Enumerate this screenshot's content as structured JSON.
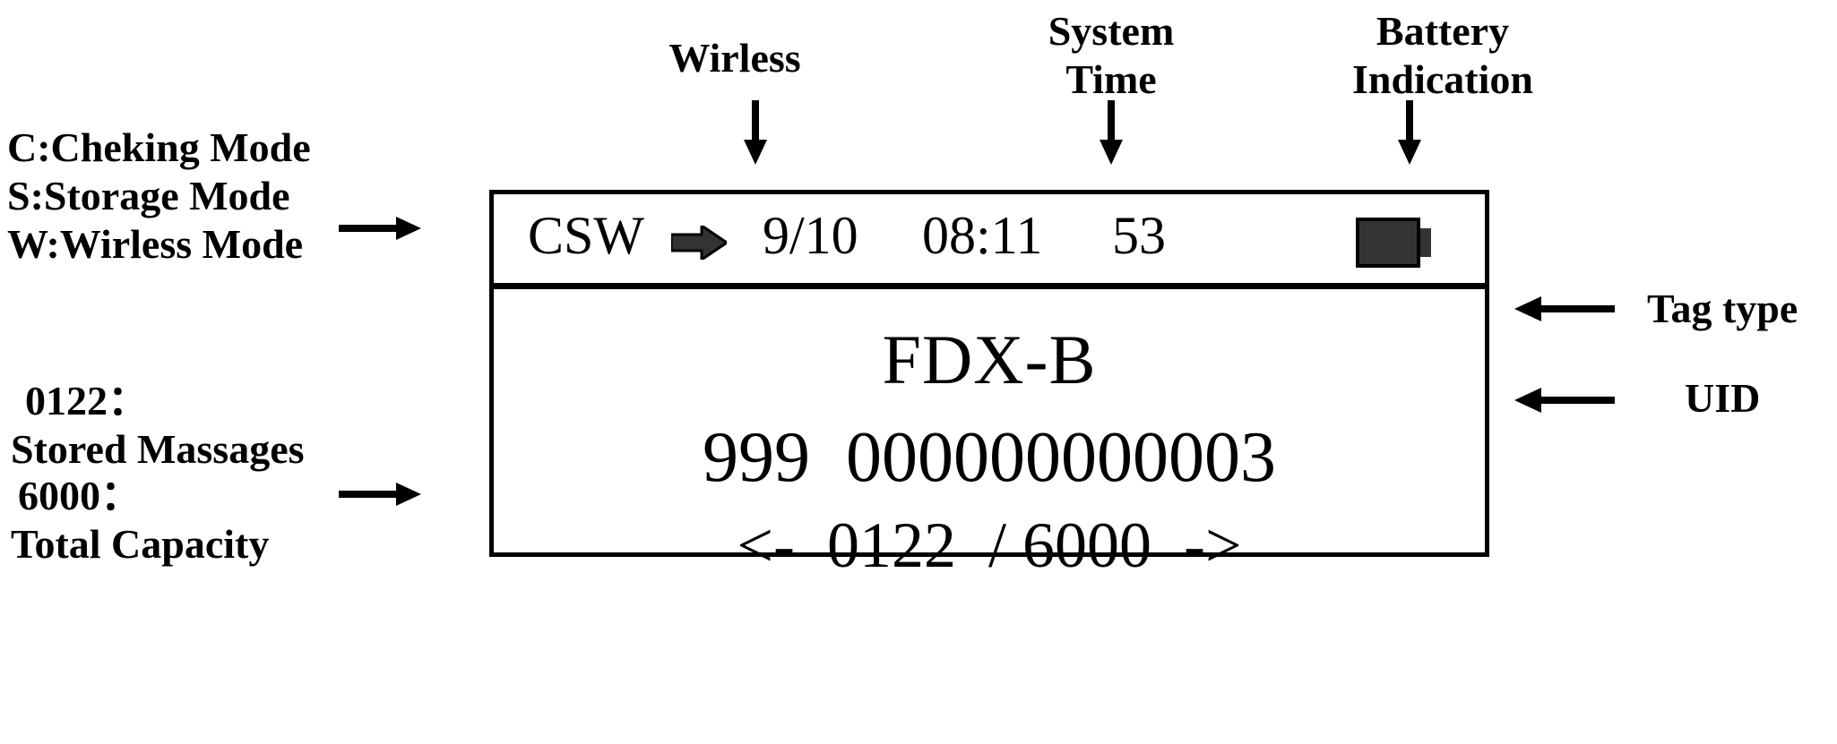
{
  "annotations": {
    "wireless_label": "Wirless",
    "system_time_label_line1": "System",
    "system_time_label_line2": "Time",
    "battery_label_line1": "Battery",
    "battery_label_line2": "Indication",
    "mode_legend": [
      "C:Cheking Mode",
      "S:Storage Mode",
      "W:Wirless Mode"
    ],
    "stored_messages_value": "0122：",
    "stored_messages_label": "Stored Massages",
    "total_capacity_value": "6000：",
    "total_capacity_label": "Total Capacity",
    "tag_type_label": "Tag type",
    "uid_label": "UID"
  },
  "lcd": {
    "status_bar": {
      "mode": "CSW",
      "wireless_icon": "right-block-arrow",
      "date": "9/10",
      "time": "08:11",
      "battery_percent": "53",
      "battery_icon": "battery-full-icon"
    },
    "main": {
      "tag_type": "FDX-B",
      "uid": "999  000000000003",
      "record_nav": "<-  0122  / 6000  ->",
      "record_current": "0122",
      "record_total": "6000",
      "prev_arrow": "<-",
      "next_arrow": "->"
    }
  },
  "colors": {
    "ink": "#000000",
    "icon_fill": "#333333",
    "background": "#ffffff"
  }
}
